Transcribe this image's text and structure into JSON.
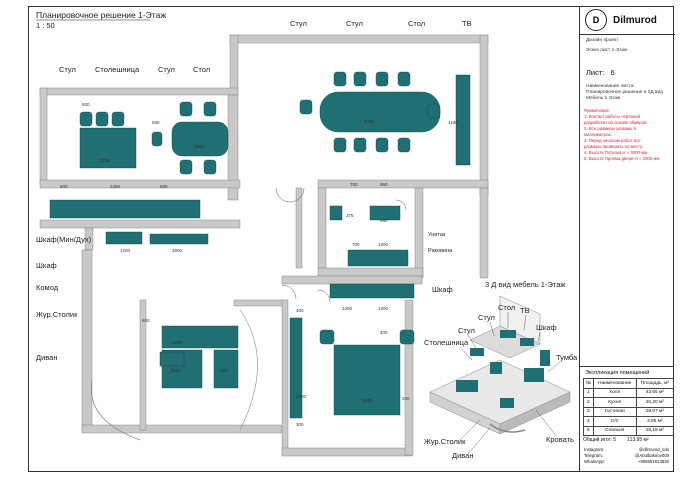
{
  "plan_title": "Планировочное решение 1-Этаж",
  "plan_scale": "1 : 50",
  "view3d_title": "3 Д вид мебель 1-Этаж",
  "labels_plan": {
    "chair": "Стул",
    "countertop": "Столешница",
    "table": "Стол",
    "tv": "ТВ",
    "wardrobe_built": "Шкаф(Мин/Дух)",
    "wardrobe": "Шкаф",
    "dresser": "Комод",
    "coffee_table": "Жур.Столик",
    "sofa": "Диван",
    "toilet": "Унитаз",
    "sink": "Раковина",
    "bed": "Кровать",
    "nightstand": "Тумба"
  },
  "dims": {
    "d500": "500",
    "d1700": "1700",
    "d650": "650",
    "d1800": "1800",
    "d600": "600",
    "d2400": "2400",
    "d1200": "1200",
    "d3400": "3400",
    "d1100": "1100",
    "d750": "750",
    "d960": "960",
    "d700": "700",
    "d2100": "2100",
    "d2300": "2300",
    "d400": "400",
    "d350": "350",
    "d250": "250",
    "d300": "300",
    "d375": "375"
  },
  "brand": {
    "logo": "D",
    "name": "Dilmurod"
  },
  "sheet": {
    "project": "Дизайн проект",
    "floor": "Эскиз лист 1-Этаж",
    "sheet_label": "Лист:",
    "sheet_number": "6",
    "sheet_name_label": "Наименование листа:",
    "sheet_name": "Планировочное решение и 3Д вид Мебель 1-Этаж"
  },
  "notes": {
    "title": "Примечание:",
    "items": [
      "1. Контакт работы чертежей",
      "разработан на основе обмеров.",
      "2. Все размеры указаны в",
      "миллиметрах.",
      "3. Перед началом работ все",
      "размеры проверить по месту.",
      "4. Высота Потолка Н = 3000 мм.",
      "5. Высота Проема двери Н = 2000 мм"
    ]
  },
  "explication": {
    "title": "Экспликация помещений",
    "head": [
      "№",
      "Наименование",
      "Площадь, м²"
    ],
    "rows": [
      [
        "1",
        "Холл",
        "43,65 м²"
      ],
      [
        "2",
        "Кухня",
        "20,20 м²"
      ],
      [
        "3",
        "Гостиная",
        "28,07 м²"
      ],
      [
        "4",
        "С/У",
        "3,85 м²"
      ],
      [
        "5",
        "Спальня",
        "18,19 м²"
      ]
    ],
    "total_label": "Общий итог: 5",
    "total_value": "113,95 м²"
  },
  "contacts": [
    {
      "k": "Instagram:",
      "v": "@dilmurod_nds"
    },
    {
      "k": "Telegram:",
      "v": "@Abulbakirov000"
    },
    {
      "k": "WhatsApp:",
      "v": "+996551913530"
    }
  ],
  "colors": {
    "wall": "#c9c9c9",
    "furniture": "#1f6f73",
    "accent": "#d23b3b"
  }
}
